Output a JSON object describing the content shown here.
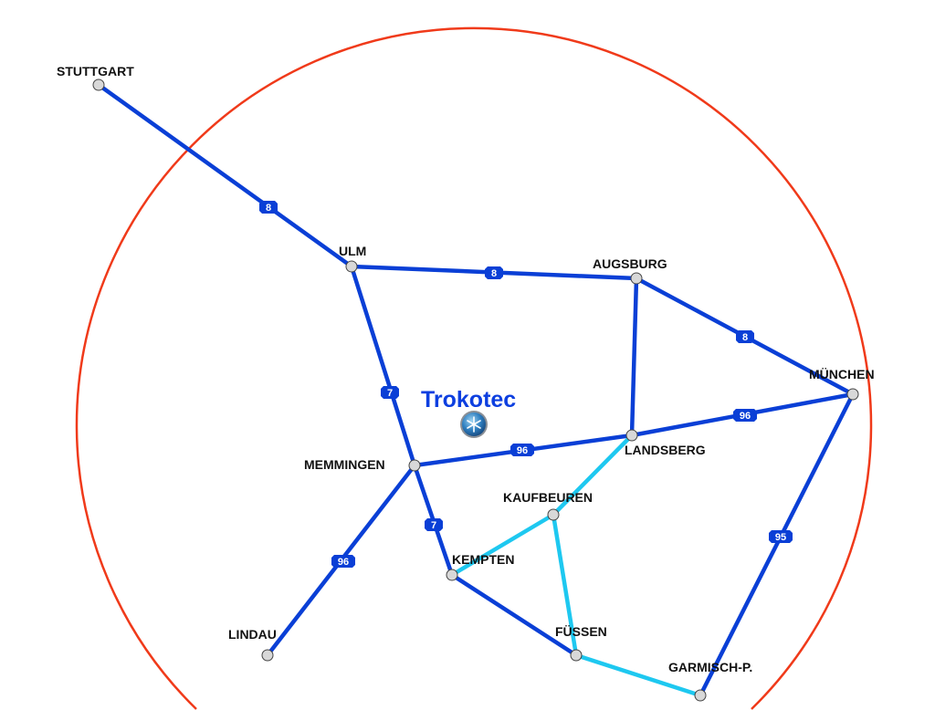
{
  "brand": {
    "name": "Trokotec",
    "icon": "snowflake-icon"
  },
  "colors": {
    "main_road": "#0a3fd6",
    "secondary_road": "#1ec8f0",
    "radius_circle": "#f03a1a",
    "node_fill": "#d8d8d8"
  },
  "cities": [
    {
      "id": "stuttgart",
      "name": "STUTTGART"
    },
    {
      "id": "ulm",
      "name": "ULM"
    },
    {
      "id": "augsburg",
      "name": "AUGSBURG"
    },
    {
      "id": "muenchen",
      "name": "MÜNCHEN"
    },
    {
      "id": "landsberg",
      "name": "LANDSBERG"
    },
    {
      "id": "memmingen",
      "name": "MEMMINGEN"
    },
    {
      "id": "kaufbeuren",
      "name": "KAUFBEUREN"
    },
    {
      "id": "kempten",
      "name": "KEMPTEN"
    },
    {
      "id": "fuessen",
      "name": "FÜSSEN"
    },
    {
      "id": "garmisch",
      "name": "GARMISCH-P."
    },
    {
      "id": "lindau",
      "name": "LINDAU"
    }
  ],
  "roads": [
    {
      "from": "stuttgart",
      "to": "ulm",
      "type": "main",
      "route": "8"
    },
    {
      "from": "ulm",
      "to": "augsburg",
      "type": "main",
      "route": "8"
    },
    {
      "from": "augsburg",
      "to": "muenchen",
      "type": "main",
      "route": "8"
    },
    {
      "from": "ulm",
      "to": "memmingen",
      "type": "main",
      "route": "7"
    },
    {
      "from": "memmingen",
      "to": "kempten",
      "type": "main",
      "route": "7"
    },
    {
      "from": "memmingen",
      "to": "landsberg",
      "type": "main",
      "route": "96"
    },
    {
      "from": "landsberg",
      "to": "muenchen",
      "type": "main",
      "route": "96"
    },
    {
      "from": "memmingen",
      "to": "lindau",
      "type": "main",
      "route": "96"
    },
    {
      "from": "muenchen",
      "to": "garmisch",
      "type": "main",
      "route": "95"
    },
    {
      "from": "augsburg",
      "to": "landsberg",
      "type": "main",
      "route": ""
    },
    {
      "from": "kempten",
      "to": "fuessen",
      "type": "main",
      "route": ""
    },
    {
      "from": "landsberg",
      "to": "kaufbeuren",
      "type": "secondary",
      "route": ""
    },
    {
      "from": "kaufbeuren",
      "to": "kempten",
      "type": "secondary",
      "route": ""
    },
    {
      "from": "kaufbeuren",
      "to": "fuessen",
      "type": "secondary",
      "route": ""
    },
    {
      "from": "fuessen",
      "to": "garmisch",
      "type": "secondary",
      "route": ""
    }
  ]
}
